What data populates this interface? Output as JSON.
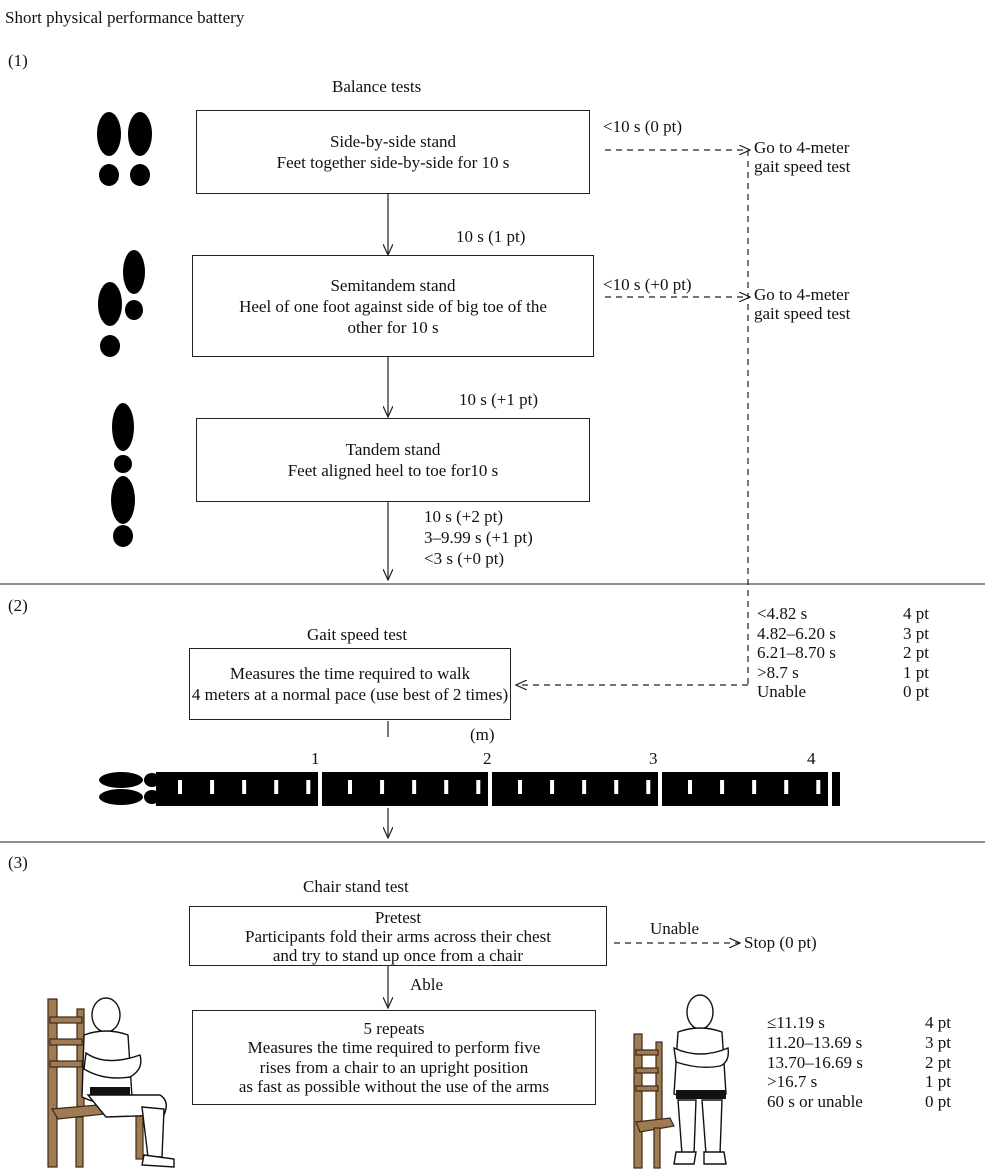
{
  "title": "Short physical performance battery",
  "section1": {
    "label": "(1)",
    "heading": "Balance tests",
    "side_by_side": {
      "title": "Side-by-side stand",
      "desc": "Feet together side-by-side for 10 s"
    },
    "side_fail": "<10 s (0 pt)",
    "goto1": {
      "line1": "Go to 4-meter",
      "line2": "gait speed test"
    },
    "pass1": "10 s (1 pt)",
    "semitandem": {
      "title": "Semitandem stand",
      "line1": "Heel of one foot against side of big toe of the",
      "line2": "other for 10 s"
    },
    "semi_fail": "<10 s (+0 pt)",
    "goto2": {
      "line1": "Go to 4-meter",
      "line2": "gait speed test"
    },
    "pass2": "10 s (+1 pt)",
    "tandem": {
      "title": "Tandem stand",
      "desc": "Feet aligned heel to toe for10 s"
    },
    "tandem_scores": [
      "10 s (+2 pt)",
      "3–9.99 s (+1 pt)",
      "<3 s (+0 pt)"
    ]
  },
  "section2": {
    "label": "(2)",
    "heading": "Gait speed test",
    "box": {
      "line1": "Measures the time required to walk",
      "line2": "4 meters at a normal pace (use best of 2 times)"
    },
    "unit": "(m)",
    "ruler_labels": [
      "1",
      "2",
      "3",
      "4"
    ],
    "scores": [
      {
        "range": "<4.82 s",
        "pts": "4 pt"
      },
      {
        "range": "4.82–6.20 s",
        "pts": "3 pt"
      },
      {
        "range": "6.21–8.70 s",
        "pts": "2 pt"
      },
      {
        "range": ">8.7 s",
        "pts": "1 pt"
      },
      {
        "range": "Unable",
        "pts": "0 pt"
      }
    ]
  },
  "section3": {
    "label": "(3)",
    "heading": "Chair stand test",
    "pretest": {
      "title": "Pretest",
      "line1": "Participants fold their arms across their chest",
      "line2": "and try to stand up once from a chair"
    },
    "unable": "Unable",
    "stop": "Stop (0 pt)",
    "able": "Able",
    "repeats": {
      "title": "5 repeats",
      "line1": "Measures the time required to perform five",
      "line2": "rises from a chair to an upright position",
      "line3": "as fast as possible without the use of the arms"
    },
    "scores": [
      {
        "range": "≤11.19 s",
        "pts": "4 pt"
      },
      {
        "range": "11.20–13.69 s",
        "pts": "3 pt"
      },
      {
        "range": "13.70–16.69 s",
        "pts": "2 pt"
      },
      {
        "range": ">16.7 s",
        "pts": "1 pt"
      },
      {
        "range": "60 s or unable",
        "pts": "0 pt"
      }
    ]
  }
}
